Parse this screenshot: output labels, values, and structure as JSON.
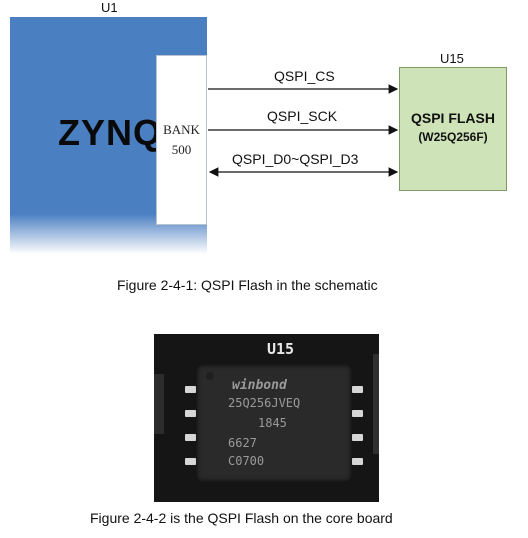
{
  "schematic": {
    "u1_label": "U1",
    "zynq_label": "ZYNQ",
    "bank_line1": "BANK",
    "bank_line2": "500",
    "u15_label": "U15",
    "flash_line1": "QSPI FLASH",
    "flash_line2": "(W25Q256F)",
    "signals": [
      "QSPI_CS",
      "QSPI_SCK",
      "QSPI_D0~QSPI_D3"
    ],
    "colors": {
      "zynq_block": "#4a7fc2",
      "flash_block": "#cfe3b8"
    }
  },
  "caption1": "Figure 2-4-1: QSPI Flash in the schematic",
  "photo": {
    "silkscreen": "U15",
    "chip_lines": [
      "winbond",
      "25Q256JVEQ",
      "1845",
      "6627",
      "C0700"
    ]
  },
  "caption2": "Figure 2-4-2 is the QSPI Flash on the core board"
}
